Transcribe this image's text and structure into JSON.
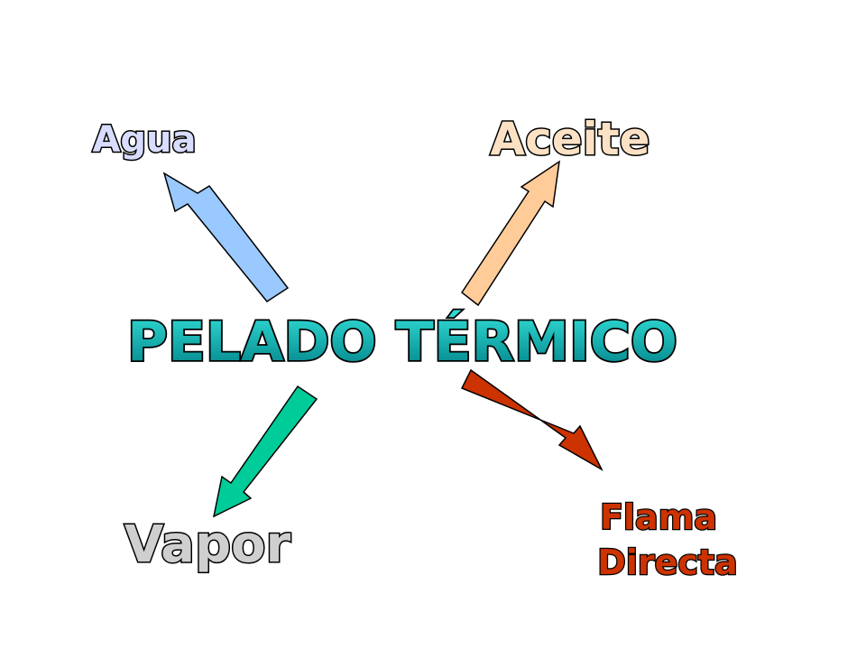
{
  "diagram": {
    "center": {
      "label": "PELADO TÉRMICO"
    },
    "branches": [
      {
        "id": "agua",
        "lines": [
          "Agua"
        ],
        "arrow_color": "#99c9ff",
        "text_color": "#d8dcff"
      },
      {
        "id": "aceite",
        "lines": [
          "Aceite"
        ],
        "arrow_color": "#ffcc99",
        "text_color": "#fde1c4"
      },
      {
        "id": "vapor",
        "lines": [
          "Vapor"
        ],
        "arrow_color": "#00cc99",
        "text_color": "#cfcfcf"
      },
      {
        "id": "flama",
        "lines": [
          "Flama",
          "Directa"
        ],
        "arrow_color": "#cc3300",
        "text_color": "#cc3300"
      }
    ],
    "colors": {
      "center_gradient_top": "#33e0d8",
      "center_gradient_bottom": "#007f86",
      "outline": "#000000"
    }
  }
}
